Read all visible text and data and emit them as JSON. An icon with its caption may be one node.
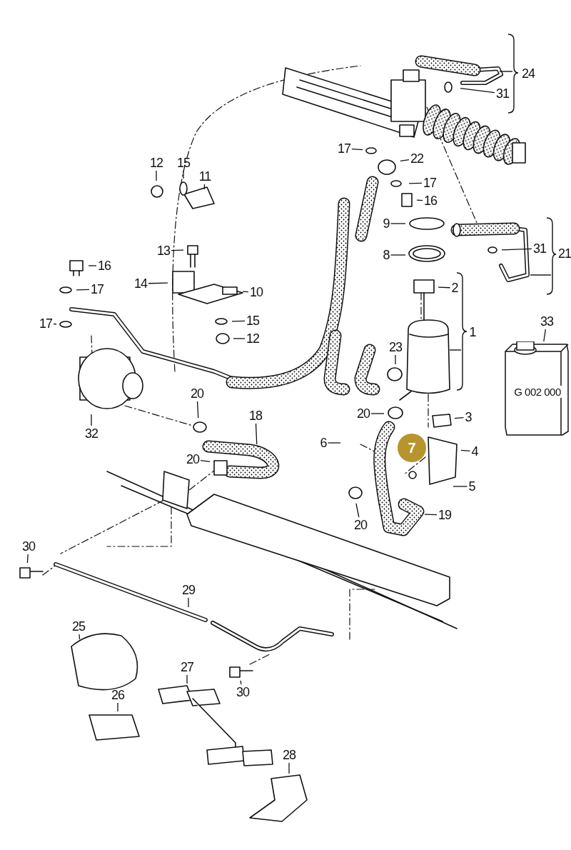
{
  "diagram": {
    "nodes": [
      {
        "text": [
          "31"
        ]
      },
      {
        "text": [
          "17"
        ]
      },
      {
        "text": [
          "22"
        ]
      },
      {
        "text": [
          "12"
        ]
      },
      {
        "text": [
          "15"
        ]
      },
      {
        "text": [
          "17"
        ]
      },
      {
        "text": [
          "11"
        ]
      },
      {
        "text": [
          "16"
        ]
      },
      {
        "text": [
          "9"
        ]
      },
      {
        "text": [
          "8"
        ]
      },
      {
        "text": [
          "31"
        ]
      },
      {
        "text": [
          "13"
        ]
      },
      {
        "text": [
          "16"
        ]
      },
      {
        "text": [
          "14"
        ]
      },
      {
        "text": [
          "2"
        ]
      },
      {
        "text": [
          "17"
        ]
      },
      {
        "text": [
          "10"
        ]
      },
      {
        "text": [
          "15"
        ]
      },
      {
        "text": [
          "33"
        ]
      },
      {
        "text": [
          "17"
        ]
      },
      {
        "text": [
          "12"
        ]
      },
      {
        "text": [
          "23"
        ]
      },
      {
        "text": [
          "20"
        ]
      },
      {
        "text": [
          "20"
        ]
      },
      {
        "text": [
          "18"
        ]
      },
      {
        "text": [
          "3"
        ]
      },
      {
        "text": [
          "32"
        ]
      },
      {
        "text": [
          "6"
        ]
      },
      {
        "text": [
          "7"
        ]
      },
      {
        "text": [
          "4"
        ]
      },
      {
        "text": [
          "20"
        ]
      },
      {
        "text": [
          "5"
        ]
      },
      {
        "text": [
          "19"
        ]
      },
      {
        "text": [
          "20"
        ]
      },
      {
        "text": [
          "30"
        ]
      },
      {
        "text": [
          "29"
        ]
      },
      {
        "text": [
          "25"
        ]
      },
      {
        "text": [
          "27"
        ]
      },
      {
        "text": [
          "30"
        ]
      },
      {
        "text": [
          "26"
        ]
      },
      {
        "text": [
          "28"
        ]
      },
      {
        "text": [
          "G 002 000"
        ]
      }
    ],
    "edges": [
      {
        "from": 0,
        "to": null,
        "arrow": "none"
      },
      {
        "from": 1,
        "to": null,
        "arrow": "none"
      },
      {
        "from": 2,
        "to": null,
        "arrow": "none"
      },
      {
        "from": 3,
        "to": null,
        "arrow": "none"
      },
      {
        "from": 4,
        "to": null,
        "arrow": "none"
      },
      {
        "from": 5,
        "to": null,
        "arrow": "none"
      },
      {
        "from": 6,
        "to": null,
        "arrow": "none"
      },
      {
        "from": 7,
        "to": null,
        "arrow": "none"
      },
      {
        "from": 8,
        "to": null,
        "arrow": "none"
      },
      {
        "from": 9,
        "to": null,
        "arrow": "none"
      },
      {
        "from": 10,
        "to": null,
        "arrow": "none"
      },
      {
        "from": 11,
        "to": null,
        "arrow": "none"
      },
      {
        "from": 12,
        "to": null,
        "arrow": "none"
      },
      {
        "from": 13,
        "to": null,
        "arrow": "none"
      },
      {
        "from": 14,
        "to": null,
        "arrow": "none"
      },
      {
        "from": 15,
        "to": null,
        "arrow": "none"
      },
      {
        "from": 16,
        "to": null,
        "arrow": "none"
      },
      {
        "from": 17,
        "to": null,
        "arrow": "none"
      },
      {
        "from": 18,
        "to": 41,
        "arrow": "none"
      },
      {
        "from": 19,
        "to": null,
        "arrow": "none"
      },
      {
        "from": 20,
        "to": null,
        "arrow": "none"
      },
      {
        "from": 21,
        "to": null,
        "arrow": "none"
      },
      {
        "from": 22,
        "to": null,
        "arrow": "none"
      },
      {
        "from": 23,
        "to": null,
        "arrow": "none"
      },
      {
        "from": 24,
        "to": null,
        "arrow": "none"
      },
      {
        "from": 25,
        "to": null,
        "arrow": "none"
      },
      {
        "from": 26,
        "to": null,
        "arrow": "none"
      },
      {
        "from": 27,
        "to": null,
        "arrow": "none"
      },
      {
        "from": 29,
        "to": null,
        "arrow": "none"
      },
      {
        "from": 30,
        "to": null,
        "arrow": "none"
      },
      {
        "from": 31,
        "to": null,
        "arrow": "none"
      },
      {
        "from": 32,
        "to": null,
        "arrow": "none"
      },
      {
        "from": 33,
        "to": null,
        "arrow": "none"
      },
      {
        "from": 34,
        "to": null,
        "arrow": "none"
      },
      {
        "from": 35,
        "to": null,
        "arrow": "none"
      },
      {
        "from": 36,
        "to": null,
        "arrow": "none"
      },
      {
        "from": 37,
        "to": null,
        "arrow": "none"
      },
      {
        "from": 38,
        "to": null,
        "arrow": "none"
      },
      {
        "from": 39,
        "to": null,
        "arrow": "none"
      },
      {
        "from": 40,
        "to": null,
        "arrow": "none"
      }
    ],
    "labels": [
      "24",
      "21",
      "1"
    ]
  }
}
